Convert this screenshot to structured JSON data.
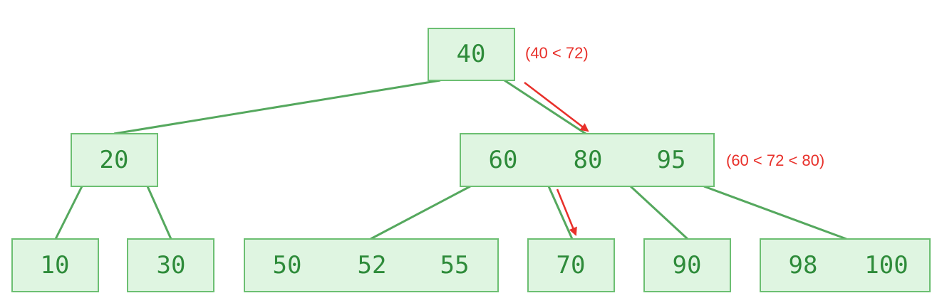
{
  "colors": {
    "node_fill": "#dff5e1",
    "node_stroke": "#6cbf72",
    "edge": "#55a85e",
    "key_text": "#2e8b3a",
    "annotation": "#e8302a"
  },
  "nodes": [
    {
      "id": "root",
      "keys": [
        "40"
      ]
    },
    {
      "id": "left-internal",
      "keys": [
        "20"
      ]
    },
    {
      "id": "right-internal",
      "keys": [
        "60",
        "80",
        "95"
      ]
    },
    {
      "id": "leaf-1",
      "keys": [
        "10"
      ]
    },
    {
      "id": "leaf-2",
      "keys": [
        "30"
      ]
    },
    {
      "id": "leaf-3",
      "keys": [
        "50",
        "52",
        "55"
      ]
    },
    {
      "id": "leaf-4",
      "keys": [
        "70"
      ]
    },
    {
      "id": "leaf-5",
      "keys": [
        "90"
      ]
    },
    {
      "id": "leaf-6",
      "keys": [
        "98",
        "100"
      ]
    }
  ],
  "edges": [
    {
      "from": "root",
      "to": "left-internal"
    },
    {
      "from": "root",
      "to": "right-internal"
    },
    {
      "from": "left-internal",
      "to": "leaf-1"
    },
    {
      "from": "left-internal",
      "to": "leaf-2"
    },
    {
      "from": "right-internal",
      "to": "leaf-3"
    },
    {
      "from": "right-internal",
      "to": "leaf-4"
    },
    {
      "from": "right-internal",
      "to": "leaf-5"
    },
    {
      "from": "right-internal",
      "to": "leaf-6"
    }
  ],
  "annotations": {
    "root_compare": "(40 < 72)",
    "internal_compare": "(60 < 72 < 80)"
  },
  "search_path": [
    {
      "from": "root",
      "to": "right-internal"
    },
    {
      "from": "right-internal",
      "to": "leaf-4"
    }
  ]
}
